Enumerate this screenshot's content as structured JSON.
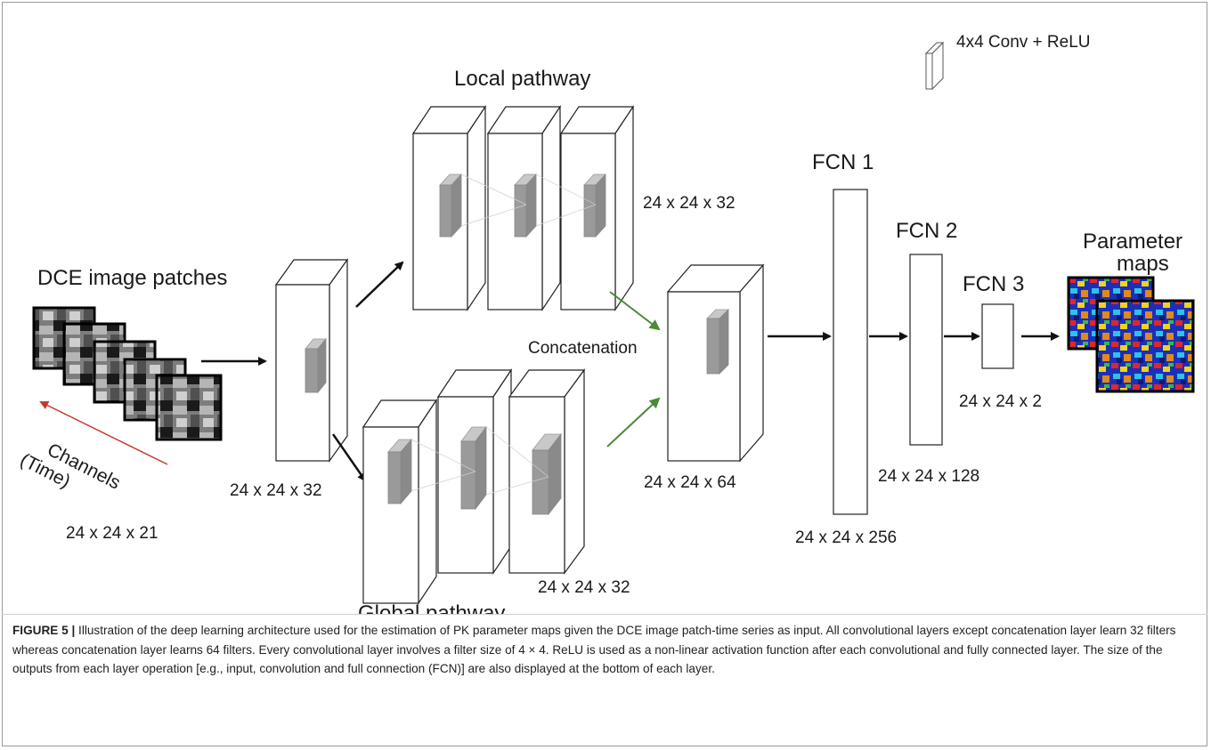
{
  "legend": {
    "label": "4x4 Conv + ReLU"
  },
  "input": {
    "title": "DCE image patches",
    "channels_label": "Channels\n(Time)",
    "size": "24 x 24 x 21"
  },
  "first_conv": {
    "size": "24 x 24 x 32"
  },
  "local_pathway": {
    "title": "Local pathway",
    "size": "24 x 24 x 32"
  },
  "global_pathway": {
    "title": "Global pathway",
    "size": "24 x 24 x 32"
  },
  "concat": {
    "title": "Concatenation",
    "size": "24 x 24 x 64"
  },
  "fcn1": {
    "title": "FCN 1",
    "size": "24 x 24 x 256"
  },
  "fcn2": {
    "title": "FCN 2",
    "size": "24 x 24 x 128"
  },
  "fcn3": {
    "title": "FCN 3",
    "size": "24 x 24 x 2"
  },
  "output": {
    "title_line1": "Parameter",
    "title_line2": "maps"
  },
  "colors": {
    "arrow": "#111111",
    "green_arrow": "#4a8a3a",
    "time_arrow": "#c23a2e",
    "kernel": "#9a9a9a"
  },
  "caption": {
    "figure_label": "FIGURE 5 |",
    "text": " Illustration of the deep learning architecture used for the estimation of PK parameter maps given the DCE image patch-time series as input. All convolutional layers except concatenation layer learn 32 filters whereas concatenation layer learns 64 filters. Every convolutional layer involves a filter size of 4 × 4. ReLU is used as a non-linear activation function after each convolutional and fully connected layer. The size of the outputs from each layer operation [e.g., input, convolution and full connection (FCN)] are also displayed at the bottom of each layer."
  }
}
